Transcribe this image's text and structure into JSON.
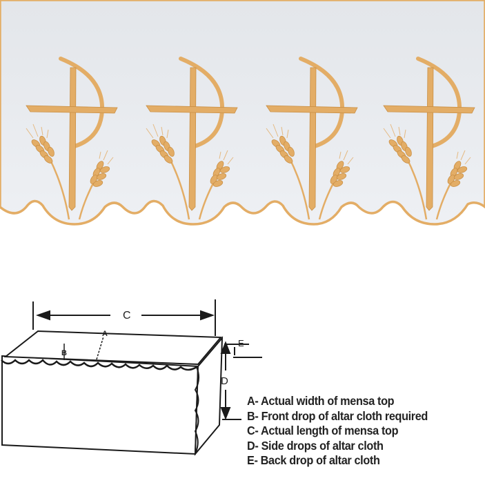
{
  "colors": {
    "cloth": "#e7eaef",
    "embroidery": "#e3ad66",
    "embroidery_dark": "#c98f45",
    "line": "#1a1a1a"
  },
  "embroidery": {
    "motif": "chi-rho-cross-with-wheat",
    "repeat_count": 4
  },
  "diagram": {
    "labels": {
      "a": "A",
      "b": "B",
      "c": "C",
      "d": "D",
      "e": "E"
    }
  },
  "legend": [
    "A- Actual width of mensa top",
    "B- Front drop of altar cloth required",
    "C- Actual length of mensa top",
    "D- Side drops of altar cloth",
    "E- Back drop of altar cloth"
  ]
}
